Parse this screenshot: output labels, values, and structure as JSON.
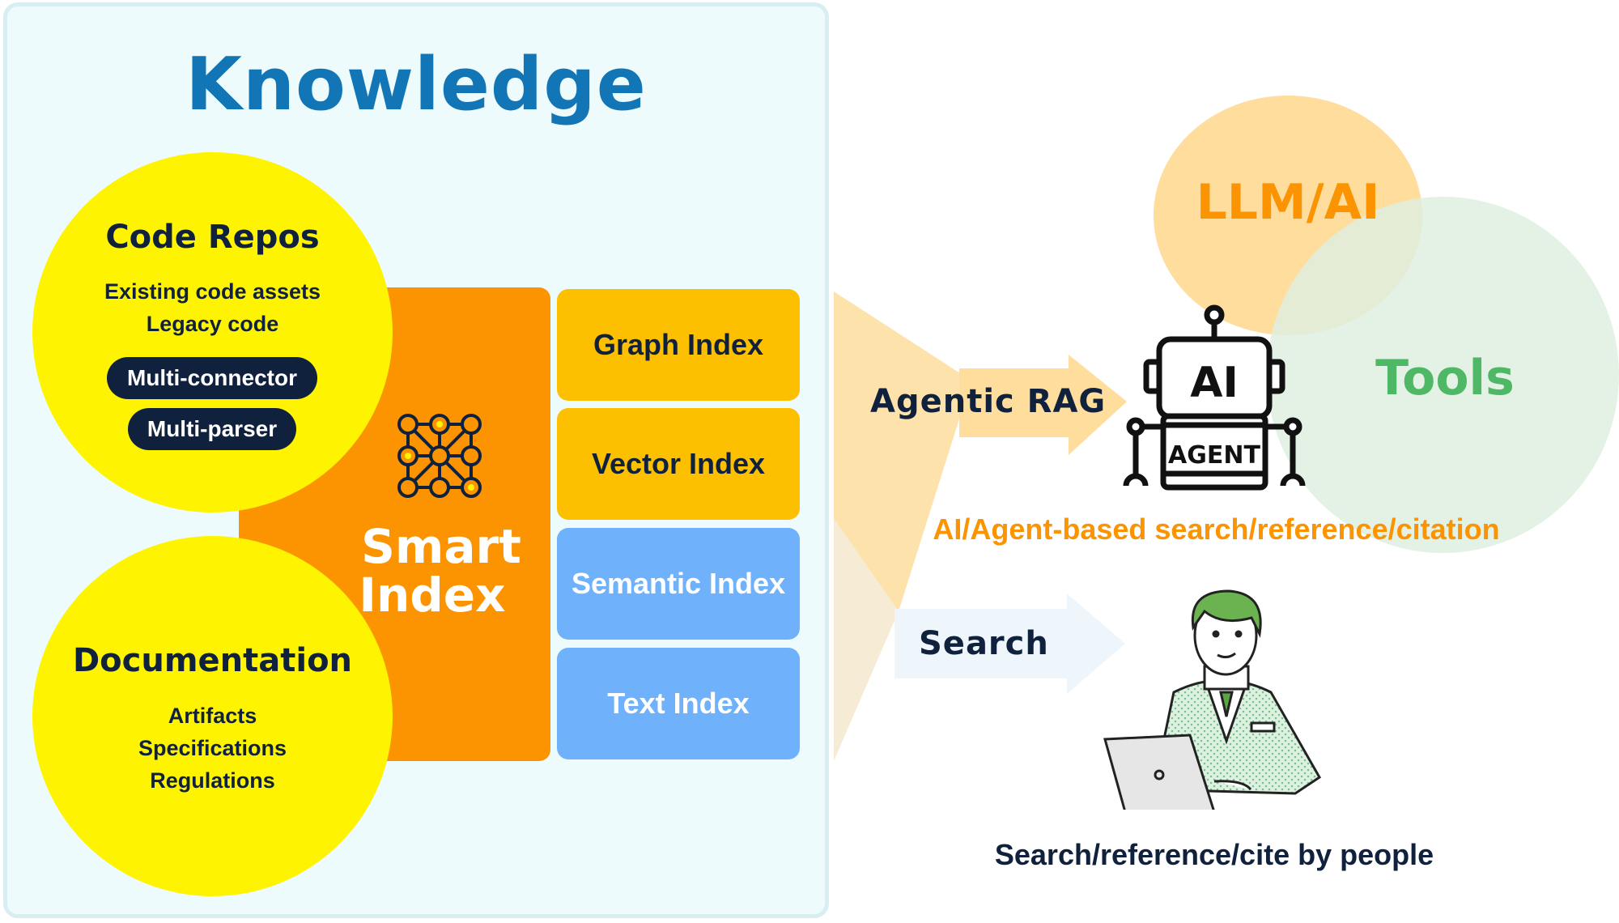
{
  "title": "Knowledge",
  "code_repos": {
    "heading": "Code Repos",
    "lines": [
      "Existing code assets",
      "Legacy code"
    ],
    "pills": [
      "Multi-connector",
      "Multi-parser"
    ]
  },
  "documentation": {
    "heading": "Documentation",
    "lines": [
      "Artifacts",
      "Specifications",
      "Regulations"
    ]
  },
  "smart_index": {
    "line1": "Smart",
    "line2": "Index"
  },
  "indexes": [
    "Graph Index",
    "Vector Index",
    "Semantic Index",
    "Text Index"
  ],
  "agentic_rag": "Agentic RAG",
  "search": "Search",
  "llm_ai": "LLM/AI",
  "tools": "Tools",
  "robot": {
    "screen": "AI",
    "badge": "AGENT"
  },
  "ai_caption": "AI/Agent-based search/reference/citation",
  "people_caption": "Search/reference/cite by people",
  "icons": [
    "network-grid-icon",
    "ai-agent-robot-icon",
    "person-laptop-icon"
  ],
  "colors": {
    "title_blue": "#1275b5",
    "navy": "#10213d",
    "yellow": "#fef300",
    "orange": "#fb9400",
    "index_orange": "#fdc000",
    "index_blue": "#6fb2fb",
    "llm_text": "#fb9400",
    "tools_text": "#4fb866"
  }
}
